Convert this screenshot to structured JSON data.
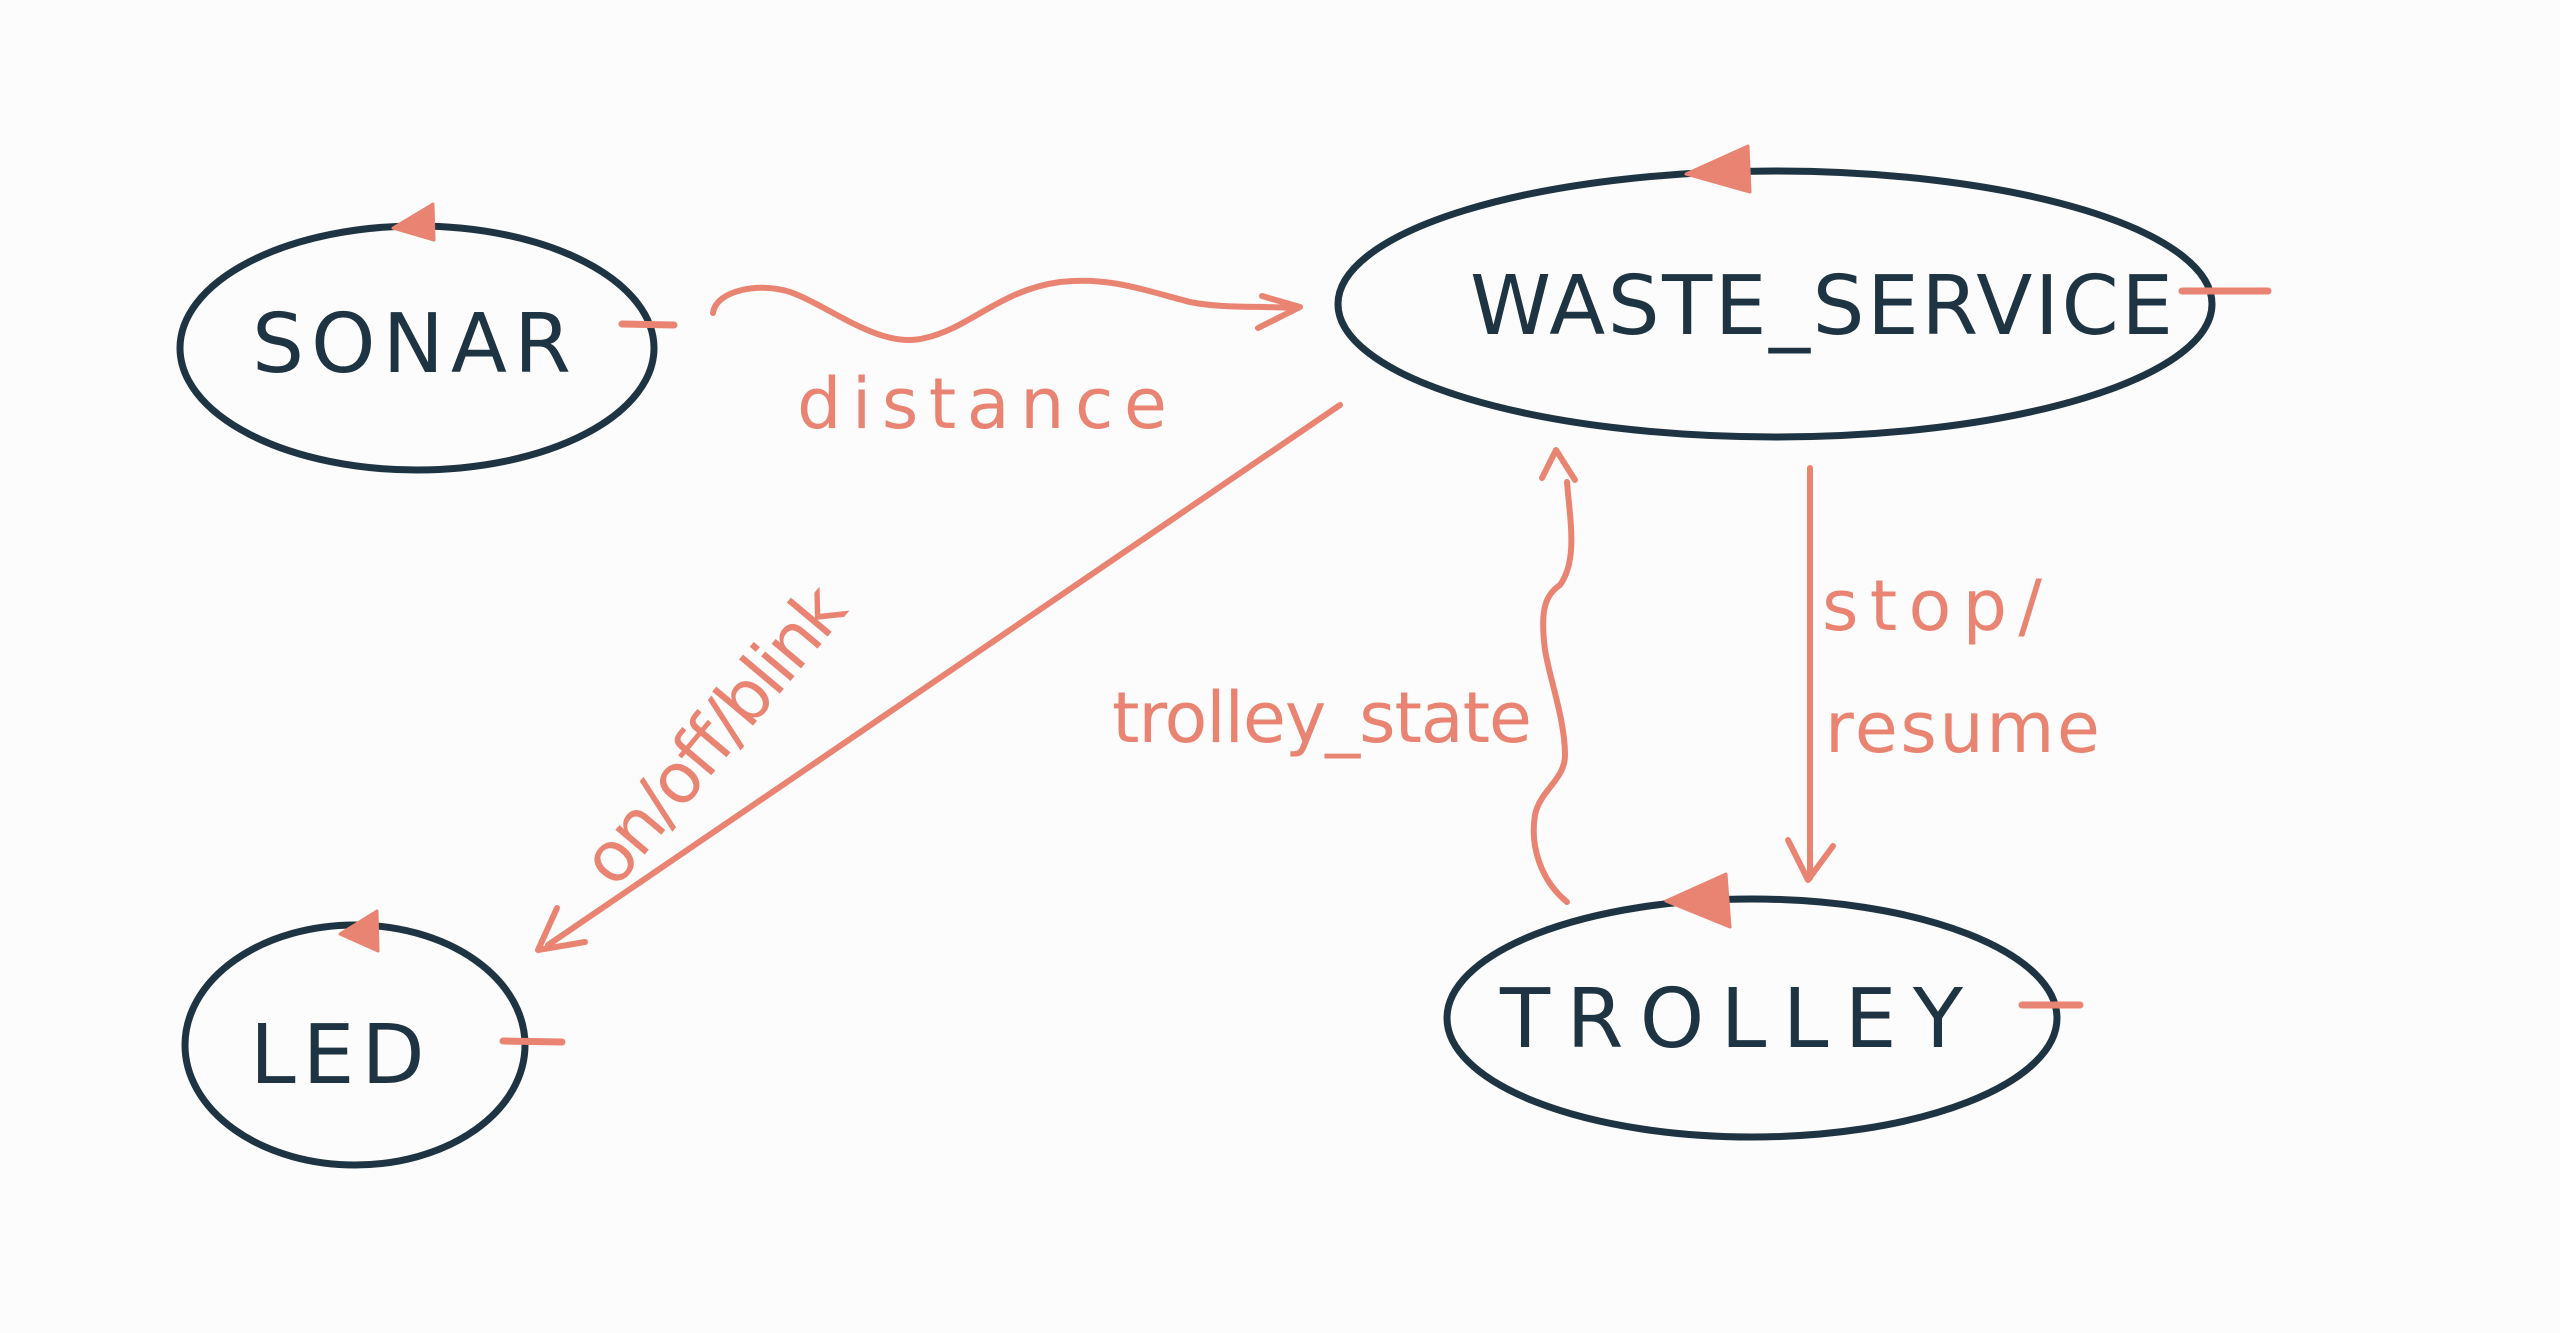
{
  "nodes": {
    "sonar": {
      "label": "SONAR"
    },
    "waste_service": {
      "label": "WASTE_SERVICE"
    },
    "led": {
      "label": "LED"
    },
    "trolley": {
      "label": "TROLLEY"
    }
  },
  "edges": {
    "distance": {
      "label": "distance",
      "from": "SONAR",
      "to": "WASTE_SERVICE"
    },
    "led_command": {
      "label": "on/off/blink",
      "from": "WASTE_SERVICE",
      "to": "LED"
    },
    "trolley_state": {
      "label": "trolley_state",
      "from": "TROLLEY",
      "to": "WASTE_SERVICE"
    },
    "stop_resume": {
      "label_line1": "stop/",
      "label_line2": "resume",
      "from": "WASTE_SERVICE",
      "to": "TROLLEY"
    }
  },
  "colors": {
    "node_stroke": "#1f3442",
    "edge_stroke": "#ea8472",
    "background": "#fcfcfc"
  }
}
